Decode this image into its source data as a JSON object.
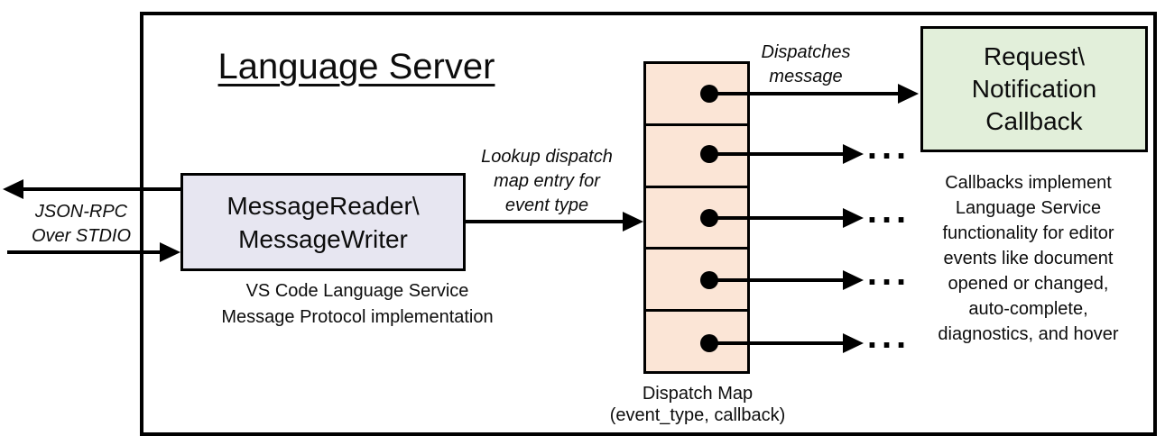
{
  "diagram": {
    "title": "Language Server",
    "stdio_label": {
      "line1": "JSON-RPC",
      "line2": "Over STDIO"
    },
    "message_box": {
      "line1": "MessageReader\\",
      "line2": "MessageWriter"
    },
    "message_box_caption": {
      "line1": "VS Code Language Service",
      "line2": "Message Protocol implementation"
    },
    "lookup_label": {
      "line1": "Lookup dispatch",
      "line2": "map entry for",
      "line3": "event type"
    },
    "dispatch_map": {
      "row_count": 5,
      "caption_line1": "Dispatch Map",
      "caption_line2": "(event_type, callback)"
    },
    "dispatches_label": {
      "line1": "Dispatches",
      "line2": "message"
    },
    "callback_box": {
      "line1": "Request\\",
      "line2": "Notification",
      "line3": "Callback"
    },
    "callback_note": {
      "lines": [
        "Callbacks implement",
        "Language Service",
        "functionality for editor",
        "events like document",
        "opened or changed,",
        "auto-complete,",
        "diagnostics, and hover"
      ]
    },
    "ellipsis": "...",
    "colors": {
      "message_box_fill": "#e7e6f1",
      "dispatch_cell_fill": "#fbe5d6",
      "callback_box_fill": "#e2efda",
      "line_color": "#000000",
      "background": "#ffffff"
    }
  }
}
